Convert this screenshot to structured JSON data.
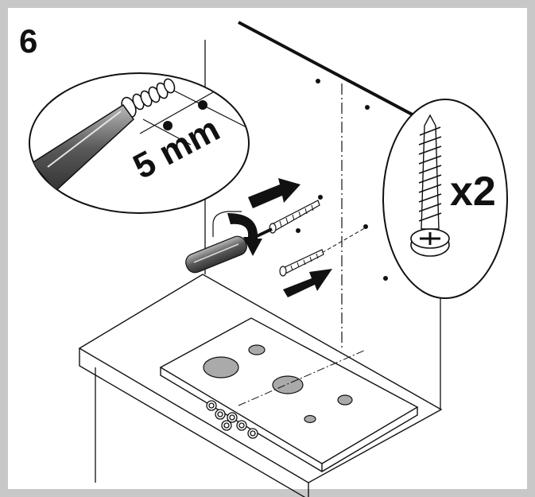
{
  "step": {
    "number": "6"
  },
  "detail_callout": {
    "measurement": "5 mm"
  },
  "screw_callout": {
    "quantity": "x2"
  },
  "colors": {
    "frame": "#c8c8c8",
    "ink": "#111111",
    "lens_fill": "#ffffff",
    "burner_fill": "#aaaaaa",
    "handle": "#6e6e6e"
  },
  "icons": [
    "screwdriver-icon",
    "screw-icon",
    "push-arrow-icon",
    "rotation-arrow-icon",
    "wall-plug-icon",
    "cooktop-icon"
  ]
}
